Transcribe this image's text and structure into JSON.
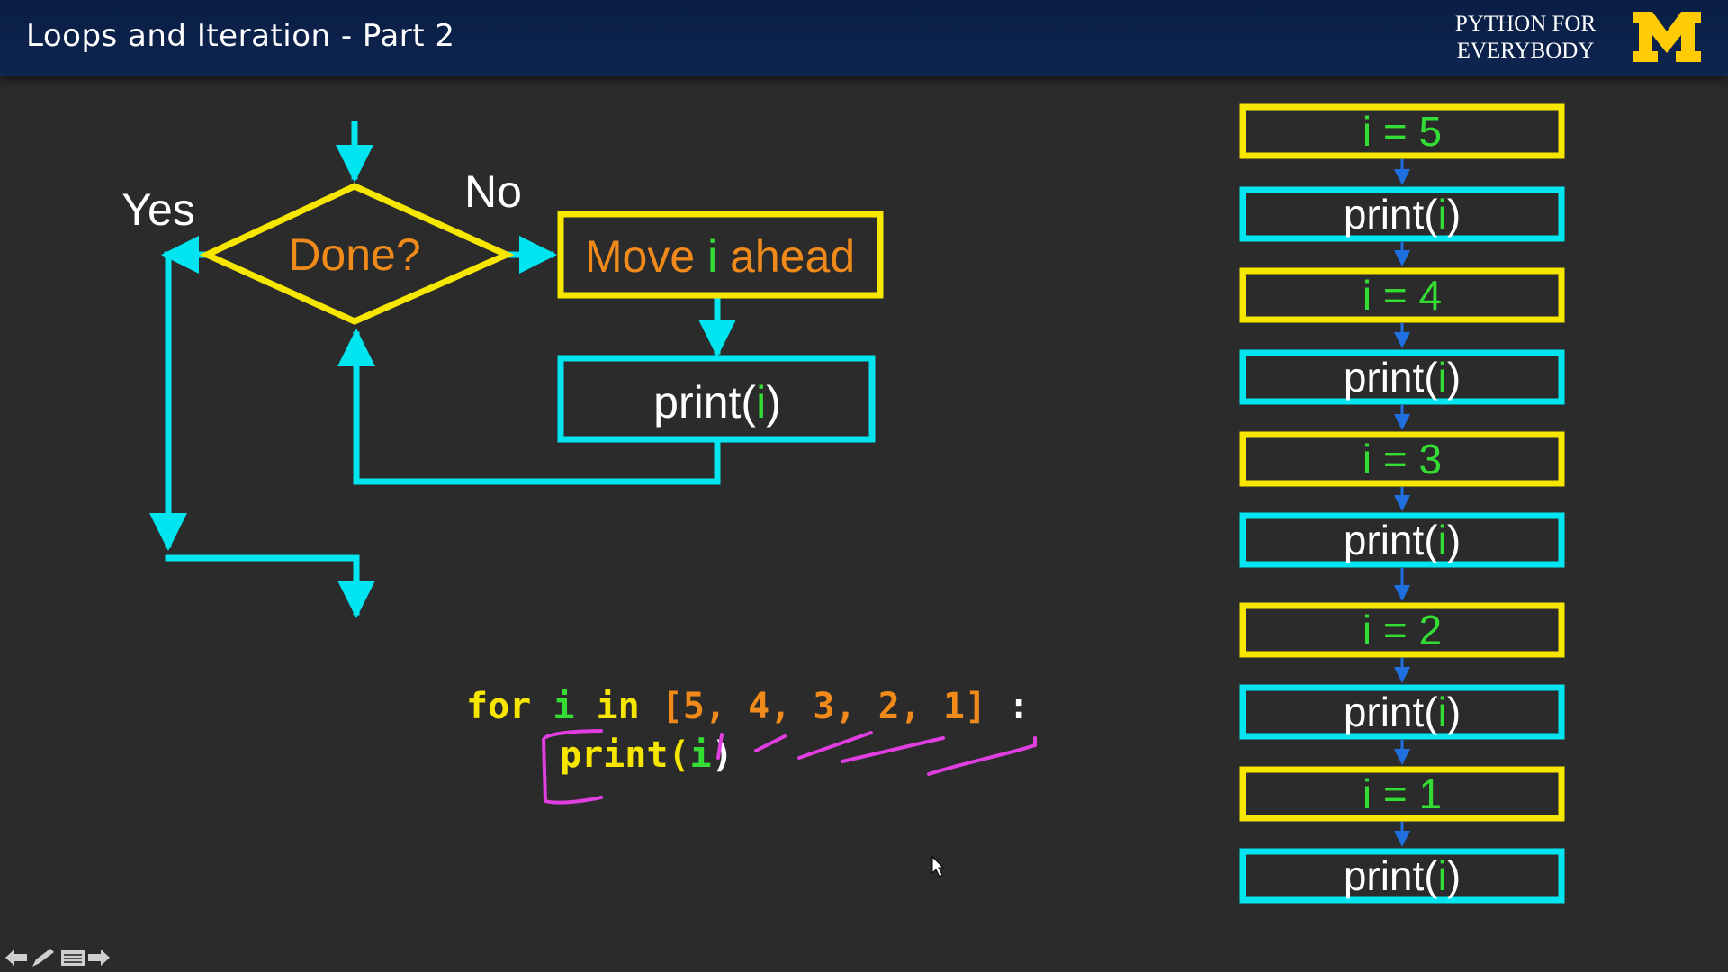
{
  "header": {
    "title": "Loops and Iteration - Part 2",
    "brand_line1": "PYTHON FOR",
    "brand_line2": "EVERYBODY",
    "logo_text": "M",
    "logo_icon": "university-of-michigan-m-logo"
  },
  "flowchart": {
    "decision": "Done?",
    "yes_label": "Yes",
    "no_label": "No",
    "move_prefix": "Move ",
    "move_var": "i",
    "move_suffix": " ahead",
    "print_prefix": "print(",
    "print_var": "i",
    "print_suffix": ")"
  },
  "code": {
    "keyword_for": "for",
    "loop_var": "i",
    "keyword_in": "in",
    "list": "[5, 4, 3, 2, 1]",
    "colon": ":",
    "print_fn": "print(",
    "print_var": "i",
    "print_close": ")"
  },
  "trace": [
    {
      "kind": "assign",
      "var": "i",
      "op": " = ",
      "value": "5"
    },
    {
      "kind": "print",
      "prefix": "print(",
      "var": "i",
      "suffix": ")"
    },
    {
      "kind": "assign",
      "var": "i",
      "op": " = ",
      "value": "4"
    },
    {
      "kind": "print",
      "prefix": "print(",
      "var": "i",
      "suffix": ")"
    },
    {
      "kind": "assign",
      "var": "i",
      "op": " = ",
      "value": "3"
    },
    {
      "kind": "print",
      "prefix": "print(",
      "var": "i",
      "suffix": ")"
    },
    {
      "kind": "assign",
      "var": "i",
      "op": " = ",
      "value": "2"
    },
    {
      "kind": "print",
      "prefix": "print(",
      "var": "i",
      "suffix": ")"
    },
    {
      "kind": "assign",
      "var": "i",
      "op": " = ",
      "value": "1"
    },
    {
      "kind": "print",
      "prefix": "print(",
      "var": "i",
      "suffix": ")"
    }
  ],
  "colors": {
    "cyan": "#00e5f0",
    "yellow": "#f7e600",
    "orange": "#f08a1a",
    "green": "#33dd33",
    "white": "#ffffff",
    "blue_arrow": "#1f6fe0",
    "magenta": "#e03ee0",
    "logo_maize": "#ffcb05"
  },
  "nav_icons": [
    "back-arrow-icon",
    "pen-icon",
    "menu-icon",
    "forward-arrow-icon"
  ]
}
